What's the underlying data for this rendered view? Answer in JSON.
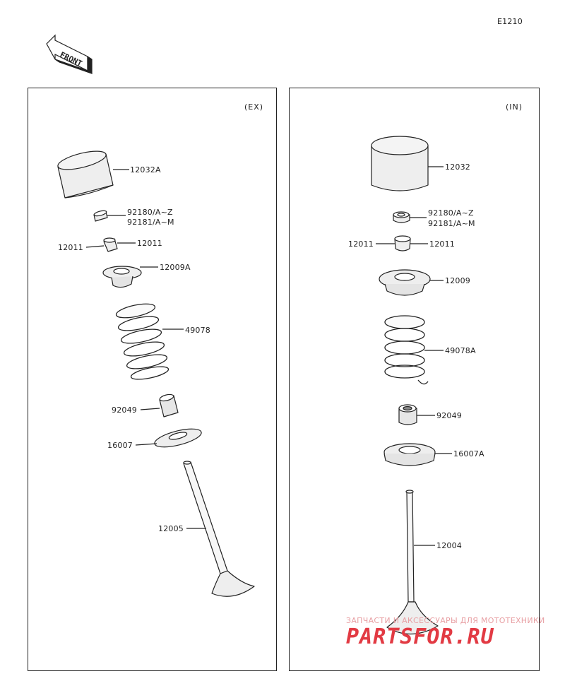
{
  "header": {
    "diagram_code": "E1210",
    "front_label": "FRONT"
  },
  "panels": {
    "ex": {
      "tag": "(EX)",
      "labels": {
        "lifter": "12032A",
        "shim_a": "92180/A~Z",
        "shim_b": "92181/A~M",
        "keeper_left": "12011",
        "keeper_right": "12011",
        "retainer": "12009A",
        "spring": "49078",
        "seal": "92049",
        "seat": "16007",
        "valve": "12005"
      }
    },
    "in": {
      "tag": "(IN)",
      "labels": {
        "lifter": "12032",
        "shim_a": "92180/A~Z",
        "shim_b": "92181/A~M",
        "keeper_left": "12011",
        "keeper_right": "12011",
        "retainer": "12009",
        "spring": "49078A",
        "seal": "92049",
        "seat": "16007A",
        "valve": "12004"
      }
    }
  },
  "watermark": {
    "tagline": "ЗАПЧАСТИ И АКСЕССУАРЫ ДЛЯ МОТОТЕХНИКИ",
    "brand": "PARTSFOR.RU",
    "color": "#e23a43"
  }
}
